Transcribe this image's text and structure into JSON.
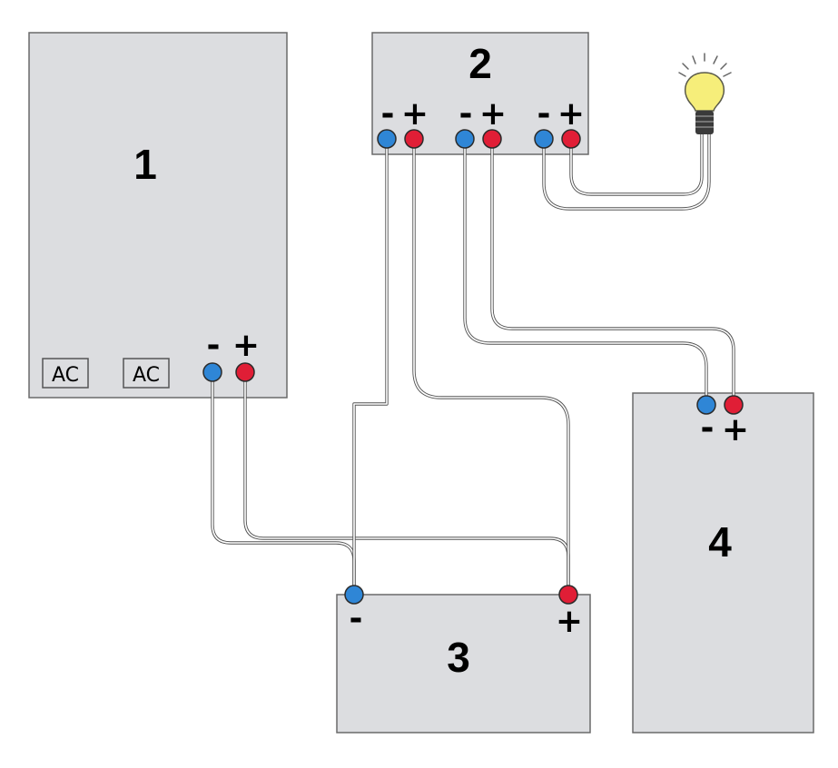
{
  "colors": {
    "background": "#ffffff",
    "box_fill": "#dcdde0",
    "box_stroke": "#6a6a6a",
    "terminal_negative": "#2f86d6",
    "terminal_positive": "#e01e36",
    "wire": "#555555",
    "bulb_glass": "#f6ee7a",
    "bulb_base": "#3a3a3a"
  },
  "components": {
    "box1": {
      "label": "1",
      "ac_left": "AC",
      "ac_right": "AC",
      "minus": "-",
      "plus": "+"
    },
    "box2": {
      "label": "2",
      "pair1_minus": "-",
      "pair1_plus": "+",
      "pair2_minus": "-",
      "pair2_plus": "+",
      "pair3_minus": "-",
      "pair3_plus": "+"
    },
    "box3": {
      "label": "3",
      "minus": "-",
      "plus": "+"
    },
    "box4": {
      "label": "4",
      "minus": "-",
      "plus": "+"
    }
  },
  "icons": {
    "bulb": "light-bulb-icon"
  }
}
